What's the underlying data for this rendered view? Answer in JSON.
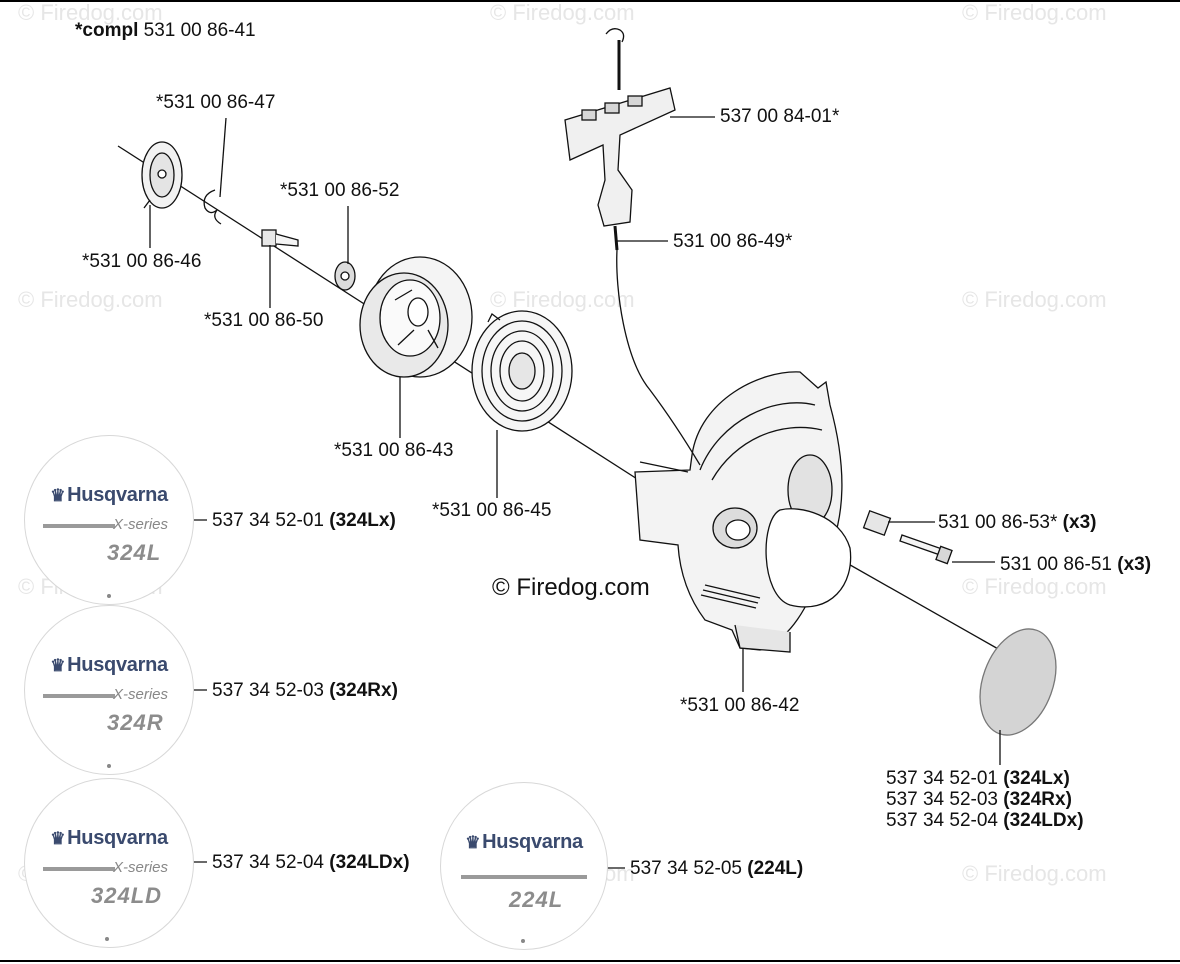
{
  "watermark": "© Firedog.com",
  "center_watermark": "© Firedog.com",
  "compl": {
    "prefix": "*compl",
    "number": "531 00 86-41"
  },
  "callouts": {
    "p47": "*531 00 86-47",
    "p52": "*531 00 86-52",
    "p46": "*531 00 86-46",
    "p50": "*531 00 86-50",
    "p43": "*531 00 86-43",
    "p45": "*531 00 86-45",
    "p42": "*531 00 86-42",
    "handle": "537 00 84-01*",
    "rope": "531 00 86-49*",
    "spacer": {
      "number": "531 00 86-53*",
      "qty": "(x3)"
    },
    "screw": {
      "number": "531 00 86-51",
      "qty": "(x3)"
    }
  },
  "decals": [
    {
      "brand": "Husqvarna",
      "series": "X-series",
      "model": "324L",
      "number": "537 34 52-01",
      "variant": "(324Lx)"
    },
    {
      "brand": "Husqvarna",
      "series": "X-series",
      "model": "324R",
      "number": "537 34 52-03",
      "variant": "(324Rx)"
    },
    {
      "brand": "Husqvarna",
      "series": "X-series",
      "model": "324LD",
      "number": "537 34 52-04",
      "variant": "(324LDx)"
    },
    {
      "brand": "Husqvarna",
      "series": "",
      "model": "224L",
      "number": "537 34 52-05",
      "variant": "(224L)"
    }
  ],
  "decal_cover_list": [
    {
      "number": "537 34 52-01",
      "variant": "(324Lx)"
    },
    {
      "number": "537 34 52-03",
      "variant": "(324Rx)"
    },
    {
      "number": "537 34 52-04",
      "variant": "(324LDx)"
    }
  ],
  "colors": {
    "line": "#111111",
    "decal_text": "#3a4a6e",
    "watermark": "#e6e6e6"
  }
}
